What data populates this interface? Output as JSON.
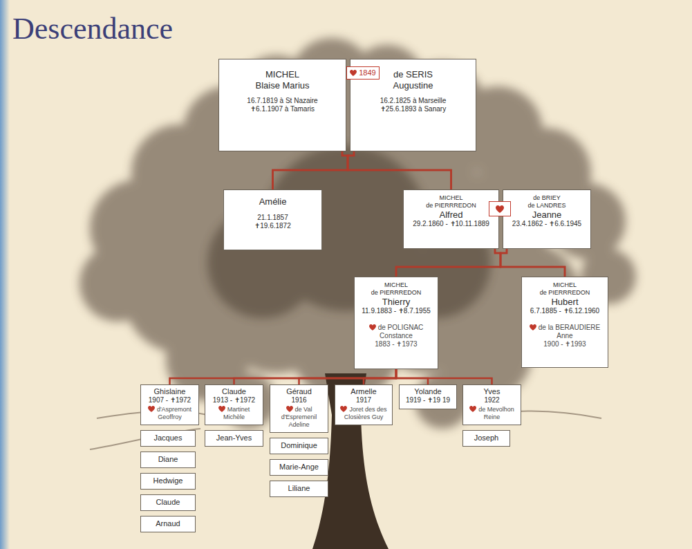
{
  "diagram": {
    "title": "Descendance",
    "nodes": [
      {
        "text": [
          "MICHEL",
          "Blaise Marius",
          "16.7.1819 à St Nazaire",
          "✝6.1.1907 à Tamaris"
        ]
      },
      {
        "text": [
          "1849"
        ]
      },
      {
        "text": [
          "de SERIS",
          "Augustine",
          "16.2.1825 à Marseille",
          "✝25.6.1893 à Sanary"
        ]
      },
      {
        "text": [
          "Amélie",
          "21.1.1857",
          "✝19.6.1872"
        ]
      },
      {
        "text": [
          "MICHEL",
          "de PIERRREDON",
          "Alfred",
          "29.2.1860 - ✝10.11.1889"
        ]
      },
      {
        "text": [
          "de BRIEY",
          "de LANDRES",
          "Jeanne",
          "23.4.1862 - ✝6.6.1945"
        ]
      },
      {
        "text": [
          "MICHEL",
          "de PIERRREDON",
          "Thierry",
          "11.9.1883 - ✝8.7.1955",
          "de POLIGNAC",
          "Constance",
          "1883 - ✝1973"
        ]
      },
      {
        "text": [
          "MICHEL",
          "de PIERRREDON",
          "Hubert",
          "6.7.1885 - ✝6.12.1960",
          "de la BERAUDIERE",
          "Anne",
          "1900 - ✝1993"
        ]
      },
      {
        "text": [
          "Ghislaine",
          "1907 - ✝1972",
          "d'Aspremont Geoffroy"
        ]
      },
      {
        "text": [
          "Claude",
          "1913 - ✝1972",
          "Martinet Michèle"
        ]
      },
      {
        "text": [
          "Géraud",
          "1916",
          "de Val d'Espremenil Adeline"
        ]
      },
      {
        "text": [
          "Armelle",
          "1917",
          "Joret des des Closières Guy"
        ]
      },
      {
        "text": [
          "Yolande",
          "1919 - ✝19 19"
        ]
      },
      {
        "text": [
          "Yves",
          "1922",
          "de Mevolhon Reine"
        ]
      },
      {
        "text": [
          "Jacques"
        ]
      },
      {
        "text": [
          "Diane"
        ]
      },
      {
        "text": [
          "Hedwige"
        ]
      },
      {
        "text": [
          "Claude"
        ]
      },
      {
        "text": [
          "Arnaud"
        ]
      },
      {
        "text": [
          "Jean-Yves"
        ]
      },
      {
        "text": [
          "Dominique"
        ]
      },
      {
        "text": [
          "Marie-Ange"
        ]
      },
      {
        "text": [
          "Liliane"
        ]
      },
      {
        "text": [
          "Joseph"
        ]
      }
    ],
    "edges": [
      {
        "from": 0,
        "to": 3,
        "arrow": "none"
      },
      {
        "from": 0,
        "to": 4,
        "arrow": "none"
      },
      {
        "from": 2,
        "to": 3,
        "arrow": "none"
      },
      {
        "from": 2,
        "to": 4,
        "arrow": "none"
      },
      {
        "from": 4,
        "to": 6,
        "arrow": "none"
      },
      {
        "from": 4,
        "to": 7,
        "arrow": "none"
      },
      {
        "from": 5,
        "to": 6,
        "arrow": "none"
      },
      {
        "from": 5,
        "to": 7,
        "arrow": "none"
      },
      {
        "from": 6,
        "to": 8,
        "arrow": "none"
      },
      {
        "from": 6,
        "to": 9,
        "arrow": "none"
      },
      {
        "from": 6,
        "to": 10,
        "arrow": "none"
      },
      {
        "from": 6,
        "to": 11,
        "arrow": "none"
      },
      {
        "from": 6,
        "to": 12,
        "arrow": "none"
      },
      {
        "from": 6,
        "to": 13,
        "arrow": "none"
      }
    ]
  }
}
